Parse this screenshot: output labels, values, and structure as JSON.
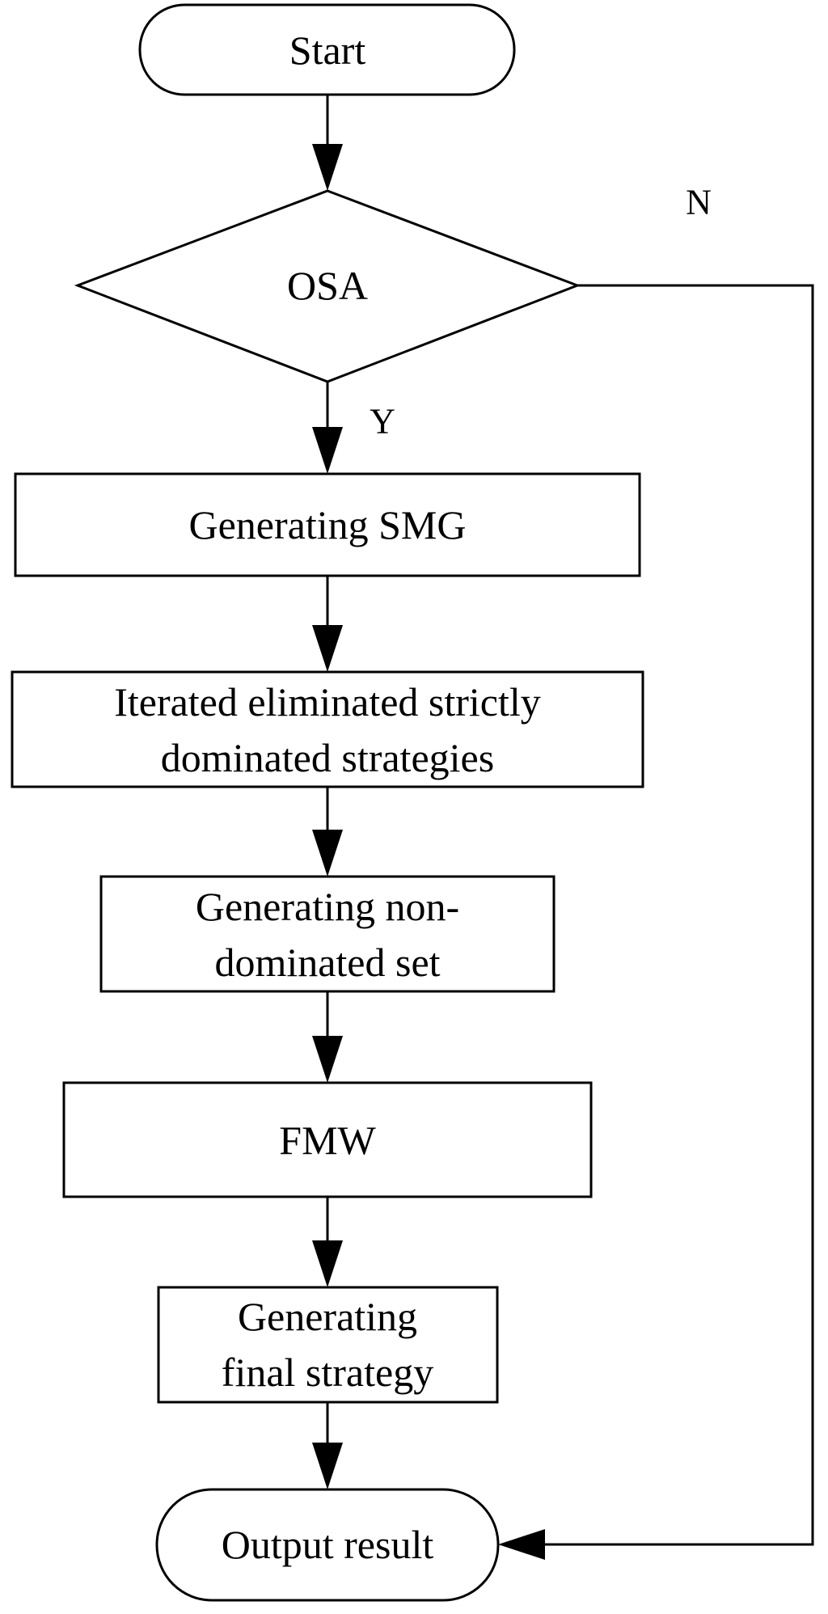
{
  "nodes": {
    "start": "Start",
    "osa": "OSA",
    "generating_smg": "Generating SMG",
    "iterated_line1": "Iterated eliminated strictly",
    "iterated_line2": "dominated strategies",
    "nondominated_line1": "Generating non-",
    "nondominated_line2": "dominated set",
    "fmw": "FMW",
    "final_line1": "Generating",
    "final_line2": "final strategy",
    "output": "Output result"
  },
  "branches": {
    "yes": "Y",
    "no": "N"
  },
  "colors": {
    "stroke": "#000000",
    "background": "#ffffff"
  }
}
